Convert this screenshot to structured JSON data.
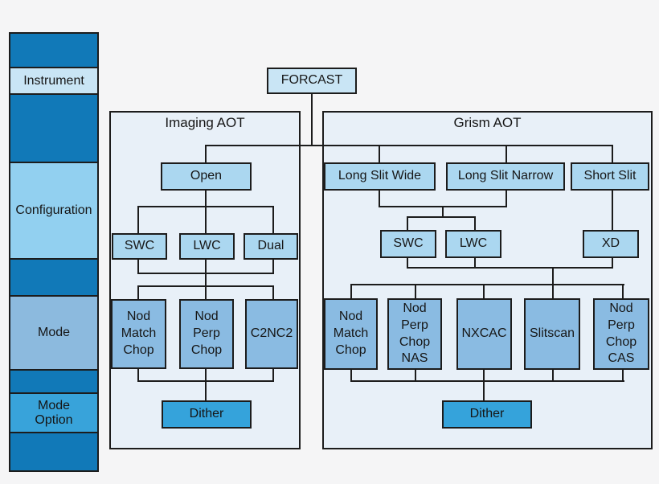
{
  "colors": {
    "background": "#f5f5f6",
    "sidebar_dark_blue": "#1179b8",
    "instrument_light_blue": "#c9e5f5",
    "configuration_sky_blue": "#92d0f0",
    "mode_gray_blue": "#8cbade",
    "mode_option_accent_blue": "#38a3da",
    "panel_background": "#e8f0f8",
    "node_light_blue": "#abd7f0",
    "mode_node_blue": "#8abbe2",
    "dither_blue": "#35a3db",
    "border": "#1c1c1c"
  },
  "sidebar": {
    "labels": {
      "instrument": "Instrument",
      "configuration": "Configuration",
      "mode": "Mode",
      "mode_option": "Mode Option"
    }
  },
  "root": {
    "label": "FORCAST"
  },
  "imaging": {
    "title": "Imaging AOT",
    "open": "Open",
    "swc": "SWC",
    "lwc": "LWC",
    "dual": "Dual",
    "nod_match_chop": "Nod Match Chop",
    "nod_perp_chop": "Nod Perp Chop",
    "c2nc2": "C2NC2",
    "dither": "Dither"
  },
  "grism": {
    "title": "Grism AOT",
    "long_slit_wide": "Long Slit Wide",
    "long_slit_narrow": "Long Slit Narrow",
    "short_slit": "Short Slit",
    "swc": "SWC",
    "lwc": "LWC",
    "xd": "XD",
    "nod_match_chop": "Nod Match Chop",
    "nod_perp_chop_nas": "Nod Perp Chop NAS",
    "nxcac": "NXCAC",
    "slitscan": "Slitscan",
    "nod_perp_chop_cas": "Nod Perp Chop CAS",
    "dither": "Dither"
  }
}
